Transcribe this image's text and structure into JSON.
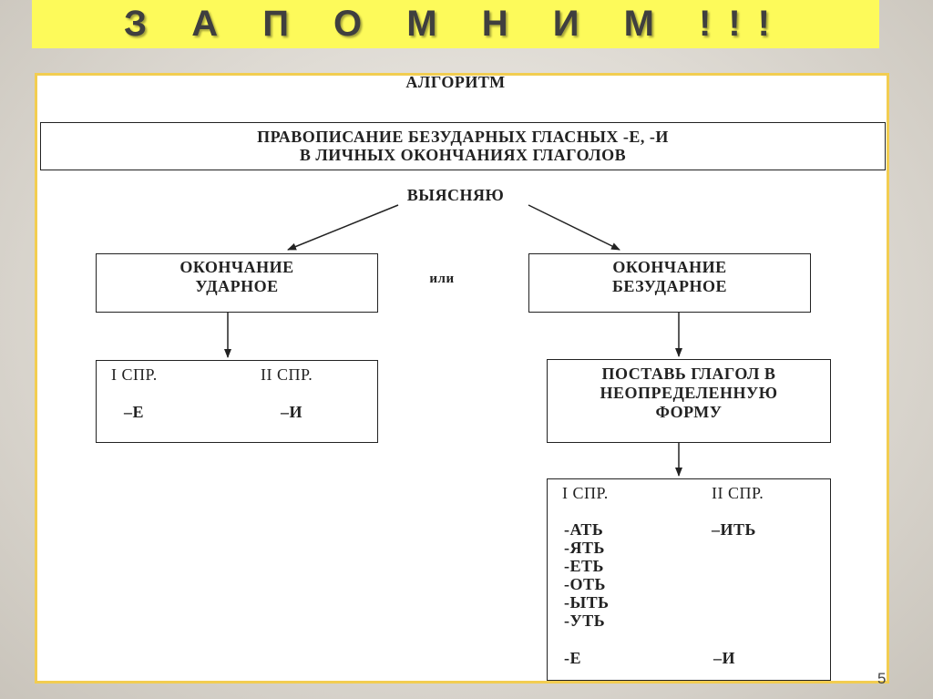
{
  "banner": {
    "title": "З А П О М Н И М !!!"
  },
  "algorithm": {
    "heading": "АЛГОРИТМ",
    "topic_line1": "ПРАВОПИСАНИЕ БЕЗУДАРНЫХ ГЛАСНЫХ  -Е, -И",
    "topic_line2": "В ЛИЧНЫХ ОКОНЧАНИЯХ ГЛАГОЛОВ",
    "clarify": "ВЫЯСНЯЮ",
    "or": "или",
    "stressed": {
      "line1": "ОКОНЧАНИЕ",
      "line2": "УДАРНОЕ"
    },
    "unstressed": {
      "line1": "ОКОНЧАНИЕ",
      "line2": "БЕЗУДАРНОЕ"
    },
    "stressed_result": {
      "conj1": "I СПР.",
      "conj2": "II СПР.",
      "ending1": "–Е",
      "ending2": "–И"
    },
    "infinitive": {
      "line1": "ПОСТАВЬ ГЛАГОЛ В",
      "line2": "НЕОПРЕДЕЛЕННУЮ",
      "line3": "ФОРМУ"
    },
    "unstressed_result": {
      "conj1": "I СПР.",
      "conj2": "II СПР.",
      "conj1_suffixes": [
        "-АТЬ",
        "-ЯТЬ",
        "-ЕТЬ",
        "-ОТЬ",
        "-ЫТЬ",
        "-УТЬ"
      ],
      "conj2_suffix": "–ИТЬ",
      "ending1": "-Е",
      "ending2": "–И"
    }
  },
  "page_number": "5",
  "colors": {
    "banner": "#fdfa5a",
    "panel_border": "#f2cd51",
    "ink": "#222222"
  }
}
